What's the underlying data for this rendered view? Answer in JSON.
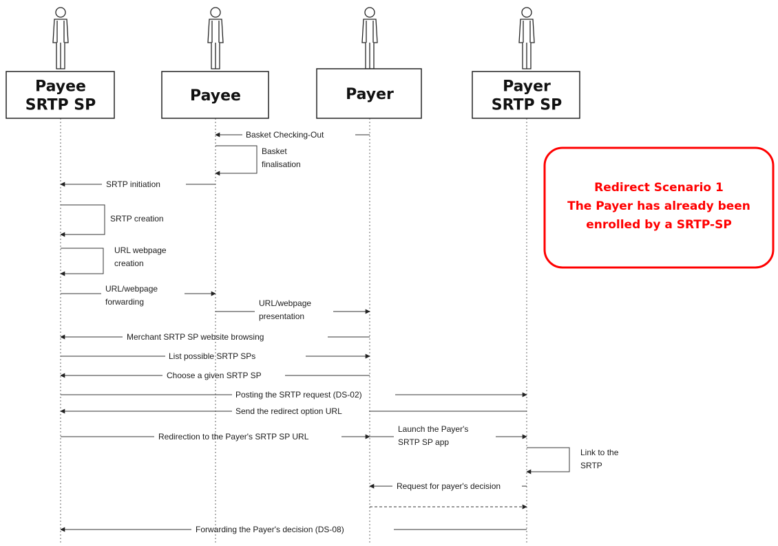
{
  "participants": [
    {
      "id": "payee_sp",
      "lines": [
        "Payee",
        "SRTP SP"
      ]
    },
    {
      "id": "payee",
      "lines": [
        "Payee"
      ]
    },
    {
      "id": "payer",
      "lines": [
        "Payer"
      ]
    },
    {
      "id": "payer_sp",
      "lines": [
        "Payer",
        "SRTP SP"
      ]
    }
  ],
  "messages": [
    {
      "name": "basket-checking-out",
      "from": "payer",
      "to": "payee",
      "label": [
        "Basket Checking-Out"
      ]
    },
    {
      "name": "basket-finalisation",
      "self": "payee",
      "label": [
        "Basket",
        "finalisation"
      ]
    },
    {
      "name": "srtp-initiation",
      "from": "payee",
      "to": "payee_sp",
      "label": [
        "SRTP initiation"
      ]
    },
    {
      "name": "srtp-creation",
      "self": "payee_sp",
      "label": [
        "SRTP creation"
      ]
    },
    {
      "name": "url-webpage-creation",
      "self": "payee_sp",
      "label": [
        "URL webpage",
        "creation"
      ]
    },
    {
      "name": "url-webpage-forwarding",
      "from": "payee_sp",
      "to": "payee",
      "label": [
        "URL/webpage",
        "forwarding"
      ]
    },
    {
      "name": "url-webpage-presentation",
      "from": "payee",
      "to": "payer",
      "label": [
        "URL/webpage",
        "presentation"
      ]
    },
    {
      "name": "merchant-website-browsing",
      "from": "payer",
      "to": "payee_sp",
      "label": [
        "Merchant SRTP SP website browsing"
      ]
    },
    {
      "name": "list-possible-srtp-sps",
      "from": "payee_sp",
      "to": "payer",
      "label": [
        "List possible SRTP SPs"
      ]
    },
    {
      "name": "choose-given-srtp-sp",
      "from": "payer",
      "to": "payee_sp",
      "label": [
        "Choose a given SRTP SP"
      ]
    },
    {
      "name": "posting-srtp-request",
      "from": "payee_sp",
      "to": "payer_sp",
      "label": [
        "Posting the SRTP request  (DS-02)"
      ]
    },
    {
      "name": "send-redirect-option-url",
      "from": "payer_sp",
      "to": "payee_sp",
      "label": [
        "Send the redirect option URL"
      ]
    },
    {
      "name": "redirection-to-payer-sp-url",
      "from": "payee_sp",
      "to": "payer",
      "label": [
        "Redirection to the Payer's SRTP SP URL"
      ]
    },
    {
      "name": "launch-payer-sp-app",
      "from": "payer",
      "to": "payer_sp",
      "label": [
        "Launch the Payer's",
        "SRTP SP app"
      ]
    },
    {
      "name": "link-to-srtp",
      "self": "payer_sp",
      "label": [
        "Link to the",
        "SRTP"
      ]
    },
    {
      "name": "request-payer-decision",
      "from": "payer_sp",
      "to": "payer",
      "label": [
        "Request for payer's decision"
      ]
    },
    {
      "name": "payer-decision-return",
      "from": "payer",
      "to": "payer_sp",
      "dashed": true,
      "label": []
    },
    {
      "name": "forwarding-payer-decision",
      "from": "payer_sp",
      "to": "payee_sp",
      "label": [
        "Forwarding the Payer's decision (DS-08)"
      ]
    }
  ],
  "note": {
    "lines": [
      "Redirect Scenario 1",
      "The Payer has already been",
      "enrolled by a SRTP-SP"
    ],
    "color": "#ff0000"
  },
  "colors": {
    "line": "#333333",
    "box_border": "#222222",
    "lifeline": "#666666"
  }
}
